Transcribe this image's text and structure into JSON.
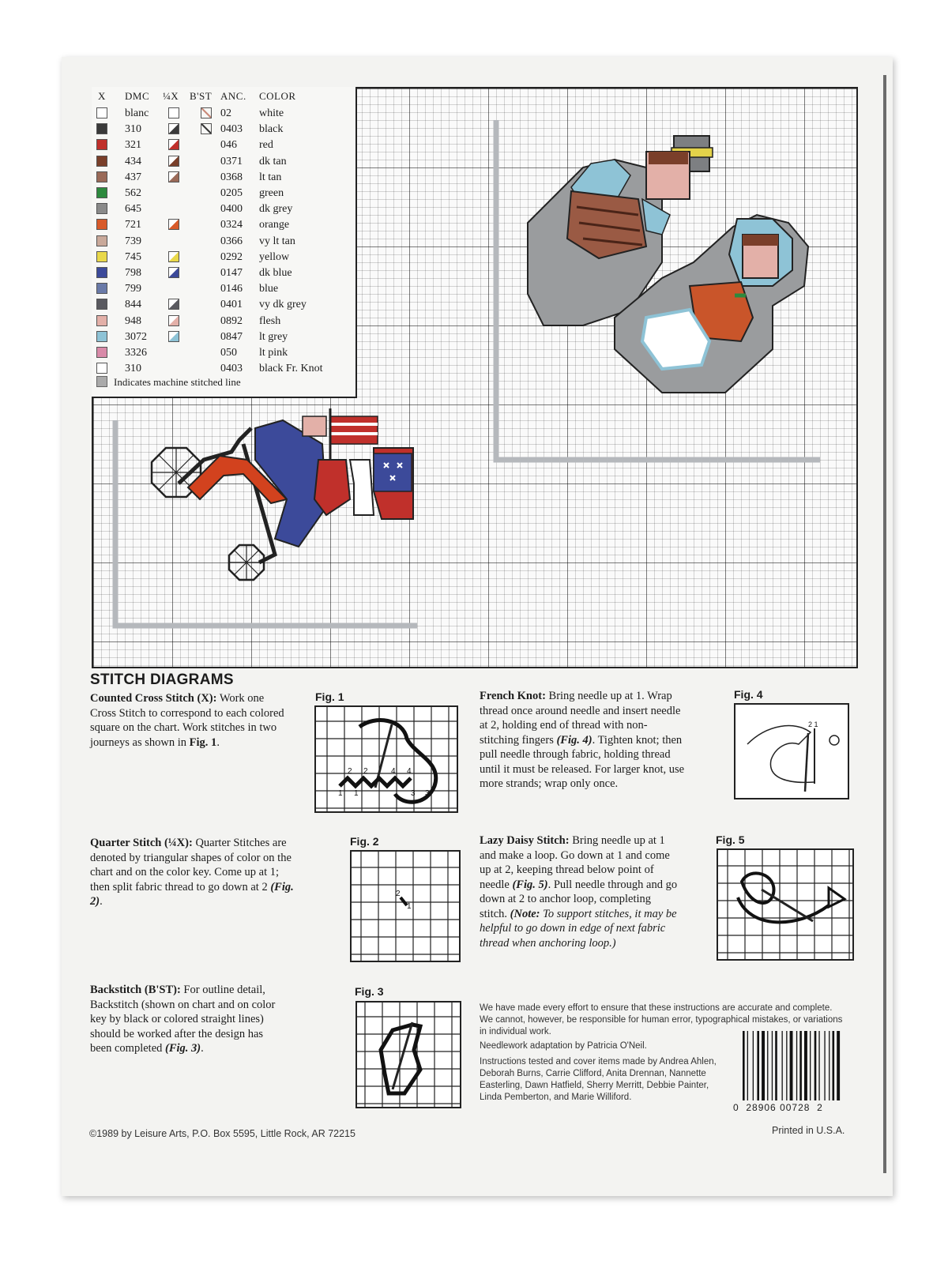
{
  "color_key": {
    "headers": [
      "X",
      "DMC",
      "¼X",
      "B'ST",
      "ANC.",
      "COLOR"
    ],
    "rows": [
      {
        "dmc": "blanc",
        "anc": "02",
        "color": "white",
        "swatch": "#ffffff",
        "quarter": true,
        "backstitch": true
      },
      {
        "dmc": "310",
        "anc": "0403",
        "color": "black",
        "swatch": "#3a3a3a",
        "quarter": true,
        "backstitch": true
      },
      {
        "dmc": "321",
        "anc": "046",
        "color": "red",
        "swatch": "#c0302b",
        "quarter": true,
        "backstitch": false
      },
      {
        "dmc": "434",
        "anc": "0371",
        "color": "dk tan",
        "swatch": "#7a3f2a",
        "quarter": true,
        "backstitch": false
      },
      {
        "dmc": "437",
        "anc": "0368",
        "color": "lt tan",
        "swatch": "#9a6a58",
        "quarter": true,
        "backstitch": false
      },
      {
        "dmc": "562",
        "anc": "0205",
        "color": "green",
        "swatch": "#2d8a3e",
        "quarter": false,
        "backstitch": false
      },
      {
        "dmc": "645",
        "anc": "0400",
        "color": "dk grey",
        "swatch": "#8a8a8a",
        "quarter": false,
        "backstitch": false
      },
      {
        "dmc": "721",
        "anc": "0324",
        "color": "orange",
        "swatch": "#d85a2a",
        "quarter": true,
        "backstitch": false
      },
      {
        "dmc": "739",
        "anc": "0366",
        "color": "vy lt tan",
        "swatch": "#c9a99a",
        "quarter": false,
        "backstitch": false
      },
      {
        "dmc": "745",
        "anc": "0292",
        "color": "yellow",
        "swatch": "#e9d84a",
        "quarter": true,
        "backstitch": false
      },
      {
        "dmc": "798",
        "anc": "0147",
        "color": "dk blue",
        "swatch": "#3c4a9a",
        "quarter": true,
        "backstitch": false
      },
      {
        "dmc": "799",
        "anc": "0146",
        "color": "blue",
        "swatch": "#6a7aa8",
        "quarter": false,
        "backstitch": false
      },
      {
        "dmc": "844",
        "anc": "0401",
        "color": "vy dk grey",
        "swatch": "#5a5a60",
        "quarter": true,
        "backstitch": false
      },
      {
        "dmc": "948",
        "anc": "0892",
        "color": "flesh",
        "swatch": "#e3b0a8",
        "quarter": true,
        "backstitch": false
      },
      {
        "dmc": "3072",
        "anc": "0847",
        "color": "lt grey",
        "swatch": "#8ec3d6",
        "quarter": true,
        "backstitch": false
      },
      {
        "dmc": "3326",
        "anc": "050",
        "color": "lt pink",
        "swatch": "#d88aa8",
        "quarter": false,
        "backstitch": false
      },
      {
        "dmc": "310",
        "anc": "0403",
        "color": "black Fr. Knot",
        "swatch": "#ffffff",
        "quarter": false,
        "backstitch": false
      }
    ],
    "note": "Indicates machine stitched line"
  },
  "stitch_diagrams": {
    "title": "STITCH DIAGRAMS",
    "cross_stitch": {
      "label": "Counted Cross Stitch (X):",
      "text": "Work one Cross Stitch to correspond to each colored square on the chart. Work stitches in two journeys as shown in",
      "ref": "Fig. 1",
      "end": "."
    },
    "quarter_stitch": {
      "label": "Quarter Stitch (¼X):",
      "text": "Quarter Stitches are denoted by triangular shapes of color on the chart and on the color key. Come up at 1; then split fabric thread to go down at 2",
      "ref": "(Fig. 2)",
      "end": "."
    },
    "backstitch": {
      "label": "Backstitch (B'ST):",
      "text": "For outline detail, Backstitch (shown on chart and on color key by black or colored straight lines) should be worked after the design has been completed",
      "ref": "(Fig. 3)",
      "end": "."
    },
    "french_knot": {
      "label": "French Knot:",
      "text1": "Bring needle up at 1. Wrap thread once around needle and insert needle at 2, holding end of thread with non-stitching fingers",
      "ref": "(Fig. 4)",
      "text2": ". Tighten knot; then pull needle through fabric, holding thread until it must be released. For larger knot, use more strands; wrap only once."
    },
    "lazy_daisy": {
      "label": "Lazy Daisy Stitch:",
      "text1": "Bring needle up at 1 and make a loop. Go down at 1 and come up at 2, keeping thread below point of needle",
      "ref": "(Fig. 5)",
      "text2": ". Pull needle through and go down at 2 to anchor loop, completing stitch.",
      "note_label": "(Note:",
      "note": "To support stitches, it may be helpful to go down in edge of next fabric thread when anchoring loop.)"
    },
    "figures": [
      "Fig. 1",
      "Fig. 2",
      "Fig. 3",
      "Fig. 4",
      "Fig. 5"
    ]
  },
  "disclaimer": "We have made every effort to ensure that these instructions are accurate and complete. We cannot, however, be responsible for human error, typographical mistakes, or variations in individual work.",
  "adaptation": "Needlework adaptation by Patricia O'Neil.",
  "credits": "Instructions tested and cover items made by Andrea Ahlen, Deborah Burns, Carrie Clifford, Anita Drennan, Nannette Easterling, Dawn Hatfield, Sherry Merritt, Debbie Painter, Linda Pemberton, and Marie Williford.",
  "barcode": {
    "left": "0",
    "middle": "28906 00728",
    "right": "2"
  },
  "copyright": "©1989 by Leisure Arts, P.O. Box 5595, Little Rock, AR 72215",
  "printed": "Printed in U.S.A."
}
